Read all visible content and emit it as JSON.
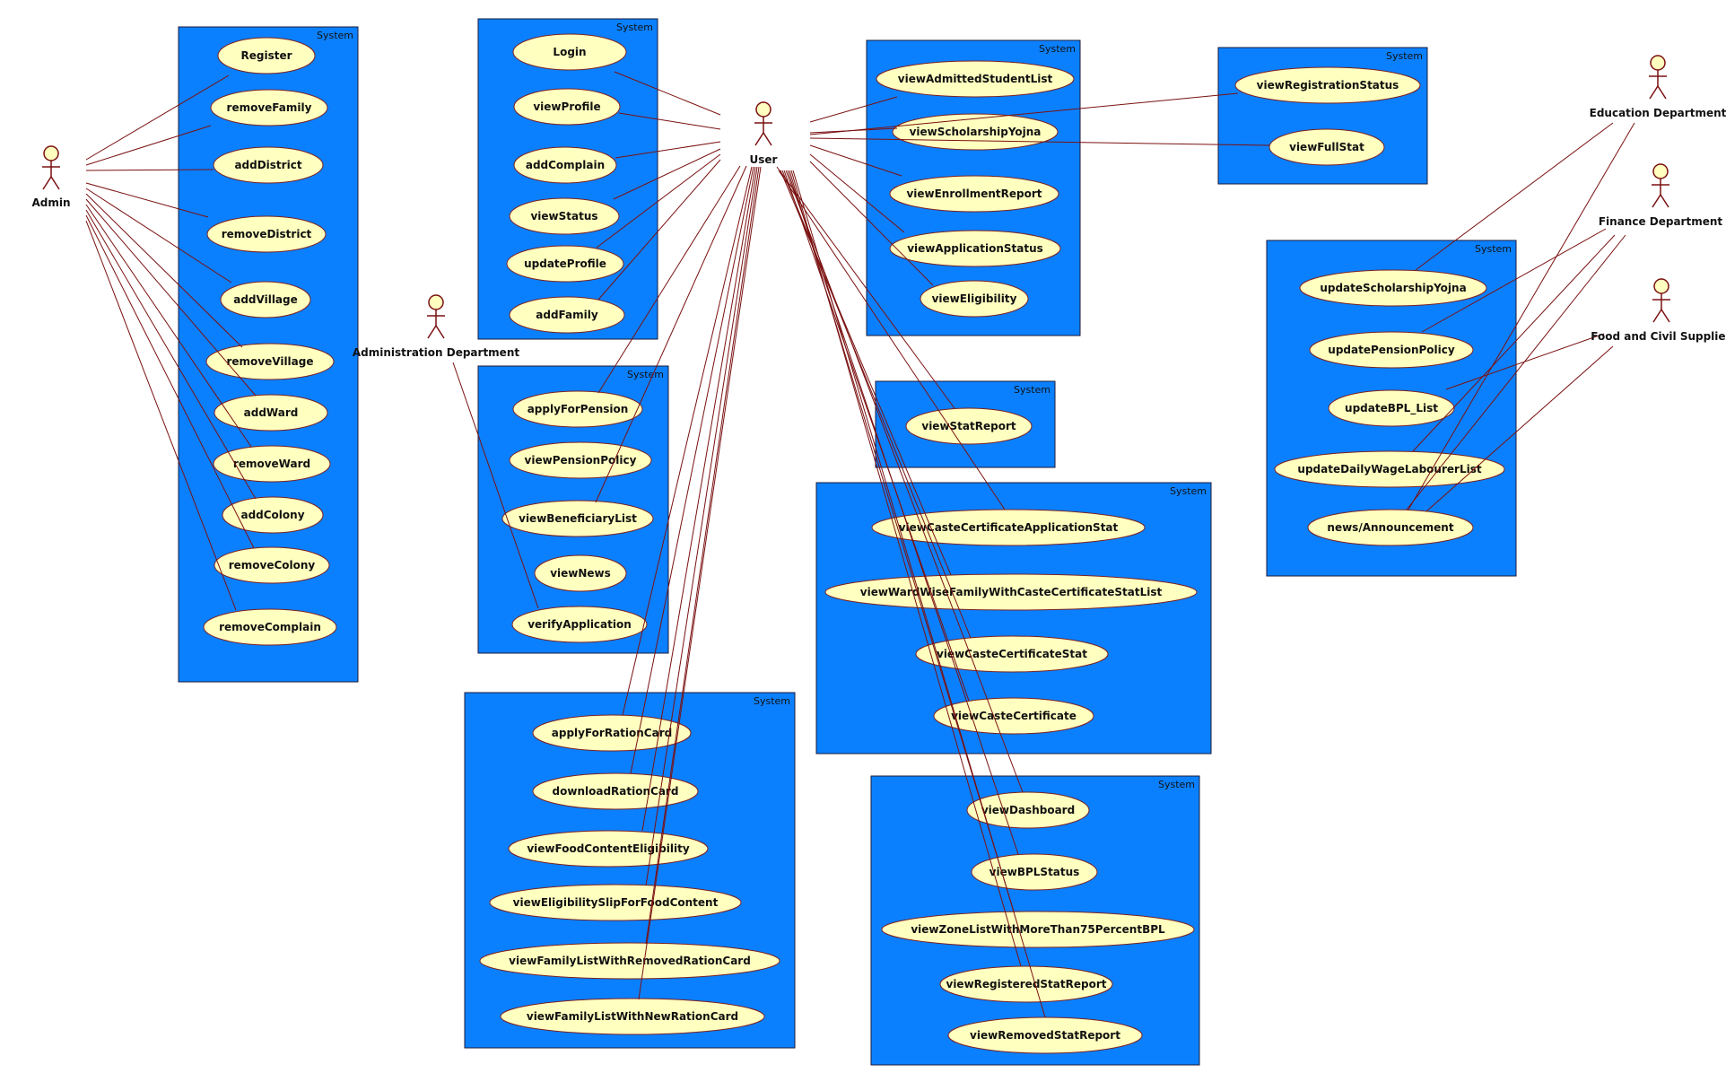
{
  "colors": {
    "system_fill": "#0b80ff",
    "usecase_fill": "#ffffc0",
    "association": "#7a1010",
    "background": "#ffffff"
  },
  "actors": {
    "admin": "Admin",
    "administration": "Administration Department",
    "user": "User",
    "education": "Education Department",
    "finance": "Finance Department",
    "food": "Food and Civil Supplies"
  },
  "system_label": "System",
  "usecases": {
    "register": "Register",
    "removeFamily": "removeFamily",
    "addDistrict": "addDistrict",
    "removeDistrict": "removeDistrict",
    "addVillage": "addVillage",
    "removeVillage": "removeVillage",
    "addWard": "addWard",
    "removeWard": "removeWard",
    "addColony": "addColony",
    "removeColony": "removeColony",
    "removeComplain": "removeComplain",
    "login": "Login",
    "viewProfile": "viewProfile",
    "addComplain": "addComplain",
    "viewStatus": "viewStatus",
    "updateProfile": "updateProfile",
    "addFamily": "addFamily",
    "applyForPension": "applyForPension",
    "viewPensionPolicy": "viewPensionPolicy",
    "viewBeneficiaryList": "viewBeneficiaryList",
    "viewNews": "viewNews",
    "verifyApplication": "verifyApplication",
    "applyForRationCard": "applyForRationCard",
    "downloadRationCard": "downloadRationCard",
    "viewFoodContentEligibility": "viewFoodContentEligibility",
    "viewEligibilitySlipForFoodContent": "viewEligibilitySlipForFoodContent",
    "viewFamilyListWithRemovedRationCard": "viewFamilyListWithRemovedRationCard",
    "viewFamilyListWithNewRationCard": "viewFamilyListWithNewRationCard",
    "viewAdmittedStudentList": "viewAdmittedStudentList",
    "viewScholarshipYojna": "viewScholarshipYojna",
    "viewEnrollmentReport": "viewEnrollmentReport",
    "viewApplicationStatus": "viewApplicationStatus",
    "viewEligibility": "viewEligibility",
    "viewRegistrationStatus": "viewRegistrationStatus",
    "viewFullStat": "viewFullStat",
    "viewStatReport": "viewStatReport",
    "viewCasteCertificateApplicationStat": "viewCasteCertificateApplicationStat",
    "viewWardWiseFamilyWithCasteCertificateStatList": "viewWardWiseFamilyWithCasteCertificateStatList",
    "viewCasteCertificateStat": "viewCasteCertificateStat",
    "viewCasteCertificate": "viewCasteCertificate",
    "viewDashboard": "viewDashboard",
    "viewBPLStatus": "viewBPLStatus",
    "viewZoneListWithMoreThan75PercentBPL": "viewZoneListWithMoreThan75PercentBPL",
    "viewRegisteredStatReport": "viewRegisteredStatReport",
    "viewRemovedStatReport": "viewRemovedStatReport",
    "updateScholarshipYojna": "updateScholarshipYojna",
    "updatePensionPolicy": "updatePensionPolicy",
    "updateBPL_List": "updateBPL_List",
    "updateDailyWageLabourerList": "updateDailyWageLabourerList",
    "newsAnnouncement": "news/Announcement"
  }
}
